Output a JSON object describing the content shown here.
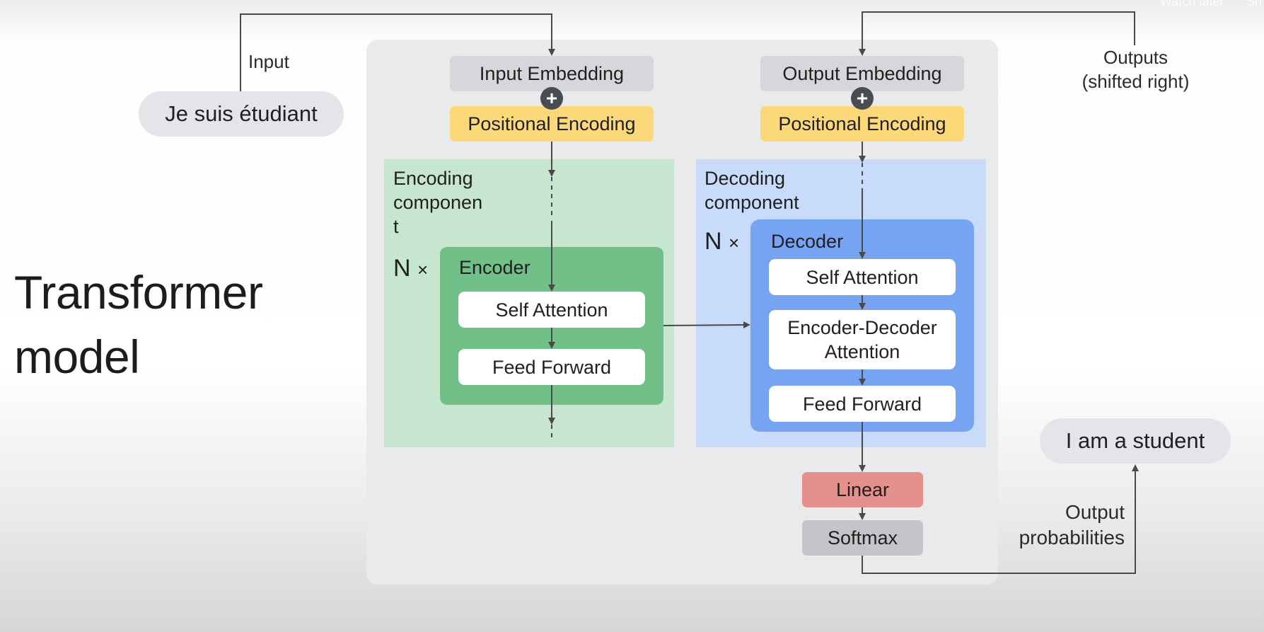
{
  "overlay": {
    "watch_later": "Watch later",
    "share": "Sh"
  },
  "title": {
    "line1": "Transformer",
    "line2": "model"
  },
  "input": {
    "label": "Input",
    "sentence": "Je suis étudiant"
  },
  "outputs": {
    "label_line1": "Outputs",
    "label_line2": "(shifted right)"
  },
  "result": {
    "sentence": "I am a student",
    "label_line1": "Output",
    "label_line2": "probabilities"
  },
  "encoder_side": {
    "embedding": "Input Embedding",
    "plus_icon": "+",
    "positional": "Positional Encoding",
    "component_label": [
      "Encoding",
      "componen",
      "t"
    ],
    "repeat": "N",
    "times": "×",
    "block_title": "Encoder",
    "layers": [
      "Self Attention",
      "Feed Forward"
    ]
  },
  "decoder_side": {
    "embedding": "Output Embedding",
    "plus_icon": "+",
    "positional": "Positional Encoding",
    "component_label": [
      "Decoding",
      "component"
    ],
    "repeat": "N",
    "times": "×",
    "block_title": "Decoder",
    "layers": [
      "Self Attention",
      "Encoder-Decoder",
      "Attention",
      "Feed Forward"
    ]
  },
  "head": {
    "linear": "Linear",
    "softmax": "Softmax"
  },
  "colors": {
    "embedding": "#d5d7da",
    "positional": "#fcd978",
    "encoding_component": "#c7e6cf",
    "encoder": "#71c088",
    "decoding_component": "#c9dbfa",
    "decoder": "#76a4f3",
    "linear": "#e4908c",
    "softmax": "#c4c5c8",
    "connector": "#4a4a4a"
  }
}
